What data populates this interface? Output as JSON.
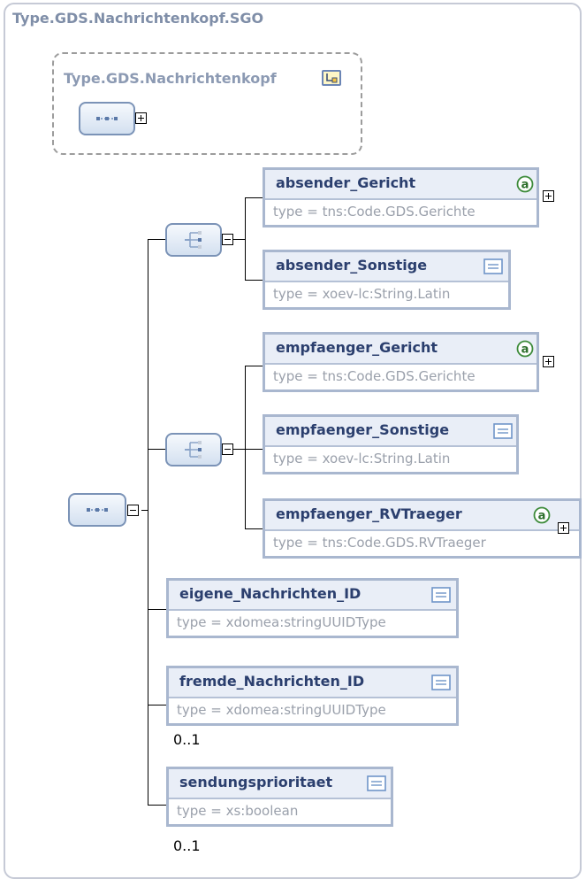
{
  "frame": {
    "title": "Type.GDS.Nachrichtenkopf.SGO"
  },
  "group": {
    "title": "Type.GDS.Nachrichtenkopf"
  },
  "choice1": [
    {
      "name": "absender_Gericht",
      "type": "type = tns:Code.GDS.Gerichte",
      "icon": "attribute-icon"
    },
    {
      "name": "absender_Sonstige",
      "type": "type = xoev-lc:String.Latin",
      "icon": "text-icon"
    }
  ],
  "choice2": [
    {
      "name": "empfaenger_Gericht",
      "type": "type = tns:Code.GDS.Gerichte",
      "icon": "attribute-icon"
    },
    {
      "name": "empfaenger_Sonstige",
      "type": "type = xoev-lc:String.Latin",
      "icon": "text-icon"
    },
    {
      "name": "empfaenger_RVTraeger",
      "type": "type = tns:Code.GDS.RVTraeger",
      "icon": "attribute-icon"
    }
  ],
  "elements": [
    {
      "name": "eigene_Nachrichten_ID",
      "type": "type = xdomea:stringUUIDType",
      "icon": "text-icon"
    },
    {
      "name": "fremde_Nachrichten_ID",
      "type": "type = xdomea:stringUUIDType",
      "icon": "text-icon",
      "occurrence": "0..1"
    },
    {
      "name": "sendungsprioritaet",
      "type": "type = xs:boolean",
      "icon": "text-icon",
      "occurrence": "0..1"
    }
  ]
}
